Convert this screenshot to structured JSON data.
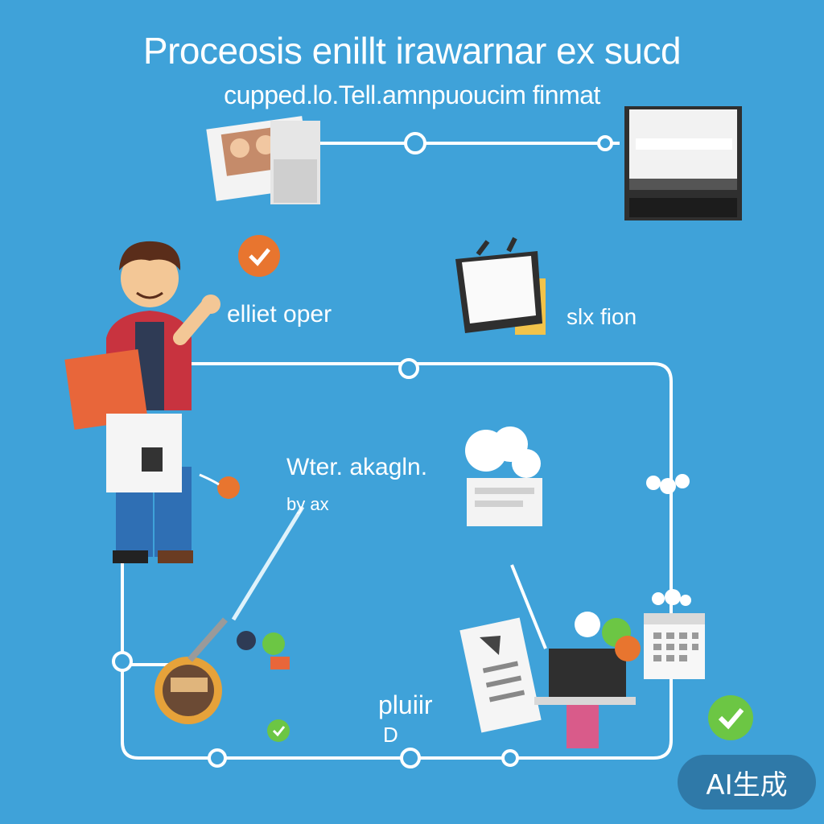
{
  "header": {
    "title": "Proceosis enillt irawarnar ex sucd",
    "subtitle": "cupped.lo.Tell.amnpuoucim finmat"
  },
  "labels": {
    "left_mid": "elliet oper",
    "right_mid": "slx fion",
    "center": "Wter. akagln.",
    "center_sub": "by ax",
    "bottom": "pluiir",
    "bottom_sub": "D"
  },
  "badge": {
    "text": "AI生成"
  },
  "colors": {
    "background": "#3fa2d9",
    "line": "#ffffff",
    "orange": "#e8752f",
    "green": "#6cc644"
  },
  "icons": [
    "photo-document-icon",
    "printer-icon",
    "person-icon",
    "flowchart-board-icon",
    "cloud-document-icon",
    "tools-badge-icon",
    "document-list-icon",
    "laptop-icon",
    "calendar-icon",
    "orange-check-icon",
    "green-check-icon"
  ]
}
